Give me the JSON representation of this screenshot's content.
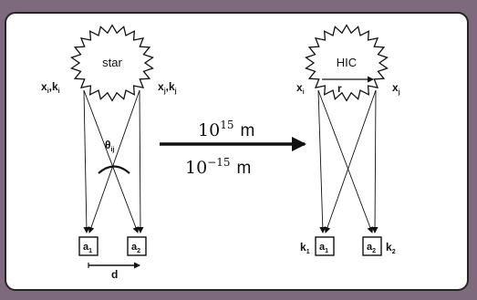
{
  "colors": {
    "background": "#7d6b7d",
    "panel": "#ffffff",
    "ink": "#111111",
    "border": "#262626"
  },
  "left": {
    "source_label": "star",
    "x_i": "x",
    "x_i_sub": "i",
    "k_i": "k",
    "k_i_sub": "i",
    "x_j": "x",
    "x_j_sub": "j",
    "k_j": "k",
    "k_j_sub": "j",
    "theta": "θ",
    "theta_sub": "ij",
    "det1": "a",
    "det1_sub": "1",
    "det2": "a",
    "det2_sub": "2",
    "sep": "d"
  },
  "right": {
    "source_label": "HIC",
    "x_i": "x",
    "x_i_sub": "i",
    "x_j": "x",
    "x_j_sub": "j",
    "r": "r",
    "det1": "a",
    "det1_sub": "1",
    "det2": "a",
    "det2_sub": "2",
    "k1": "k",
    "k1_sub": "1",
    "k2": "k",
    "k2_sub": "2"
  },
  "arrow": {
    "top_base": "10",
    "top_exp": "15",
    "top_unit": "m",
    "bottom_base": "10",
    "bottom_exp": "−15",
    "bottom_unit": "m"
  }
}
